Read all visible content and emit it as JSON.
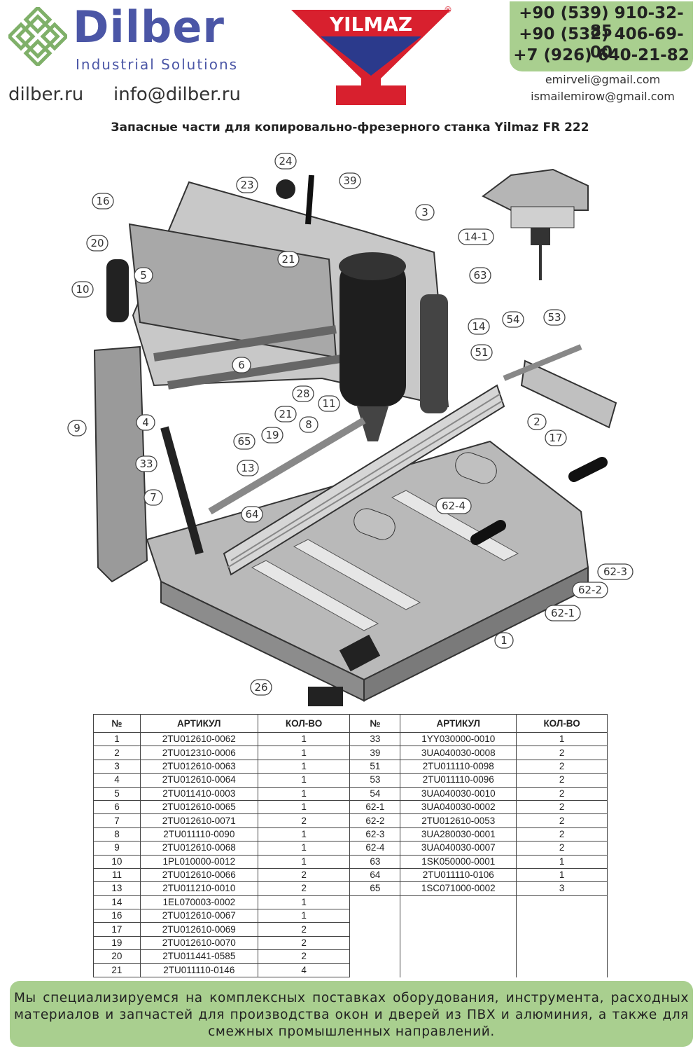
{
  "header": {
    "brand_name": "Dilber",
    "brand_subtitle": "Industrial Solutions",
    "site": "dilber.ru",
    "email": "info@dilber.ru",
    "partner_logo_text": "YILMAZ",
    "phones": [
      "+90 (539) 910-32-85",
      "+90 (532) 406-69-00",
      "+7 (926) 640-21-82"
    ],
    "emails": [
      "emirveli@gmail.com",
      "ismailemirow@gmail.com"
    ],
    "colors": {
      "brand_blue": "#4b56a6",
      "logo_green": "#7fb069",
      "yilmaz_red": "#d8202e",
      "yilmaz_blue": "#2b3a8c",
      "panel_green": "#a9cf8f"
    }
  },
  "title": "Запасные части для копировально-фрезерного станка Yilmaz FR 222",
  "diagram": {
    "callouts": [
      "24",
      "39",
      "23",
      "16",
      "3",
      "20",
      "21",
      "10",
      "5",
      "14-1",
      "63",
      "14",
      "54",
      "53",
      "51",
      "6",
      "28",
      "11",
      "21",
      "9",
      "4",
      "19",
      "8",
      "2",
      "17",
      "65",
      "33",
      "13",
      "62-4",
      "7",
      "64",
      "62-3",
      "62-2",
      "62-1",
      "1",
      "26"
    ]
  },
  "table": {
    "headers": [
      "№",
      "АРТИКУЛ",
      "КОЛ-ВО",
      "№",
      "АРТИКУЛ",
      "КОЛ-ВО"
    ],
    "left_rows": [
      [
        "1",
        "2TU012610-0062",
        "1"
      ],
      [
        "2",
        "2TU012310-0006",
        "1"
      ],
      [
        "3",
        "2TU012610-0063",
        "1"
      ],
      [
        "4",
        "2TU012610-0064",
        "1"
      ],
      [
        "5",
        "2TU011410-0003",
        "1"
      ],
      [
        "6",
        "2TU012610-0065",
        "1"
      ],
      [
        "7",
        "2TU012610-0071",
        "2"
      ],
      [
        "8",
        "2TU011110-0090",
        "1"
      ],
      [
        "9",
        "2TU012610-0068",
        "1"
      ],
      [
        "10",
        "1PL010000-0012",
        "1"
      ],
      [
        "11",
        "2TU012610-0066",
        "2"
      ],
      [
        "13",
        "2TU011210-0010",
        "2"
      ],
      [
        "14",
        "1EL070003-0002",
        "1"
      ],
      [
        "16",
        "2TU012610-0067",
        "1"
      ],
      [
        "17",
        "2TU012610-0069",
        "2"
      ],
      [
        "19",
        "2TU012610-0070",
        "2"
      ],
      [
        "20",
        "2TU011441-0585",
        "2"
      ],
      [
        "21",
        "2TU011110-0146",
        "4"
      ]
    ],
    "right_rows": [
      [
        "33",
        "1YY030000-0010",
        "1"
      ],
      [
        "39",
        "3UA040030-0008",
        "2"
      ],
      [
        "51",
        "2TU011110-0098",
        "2"
      ],
      [
        "53",
        "2TU011110-0096",
        "2"
      ],
      [
        "54",
        "3UA040030-0010",
        "2"
      ],
      [
        "62-1",
        "3UA040030-0002",
        "2"
      ],
      [
        "62-2",
        "2TU012610-0053",
        "2"
      ],
      [
        "62-3",
        "3UA280030-0001",
        "2"
      ],
      [
        "62-4",
        "3UA040030-0007",
        "2"
      ],
      [
        "63",
        "1SK050000-0001",
        "1"
      ],
      [
        "64",
        "2TU011110-0106",
        "1"
      ],
      [
        "65",
        "1SC071000-0002",
        "3"
      ]
    ]
  },
  "footer": {
    "text": "Мы специализируемся на комплексных поставках оборудования, инструмента, расходных материалов и запчастей для производства окон и дверей из ПВХ и алюминия, а также для смежных промышленных направлений."
  }
}
